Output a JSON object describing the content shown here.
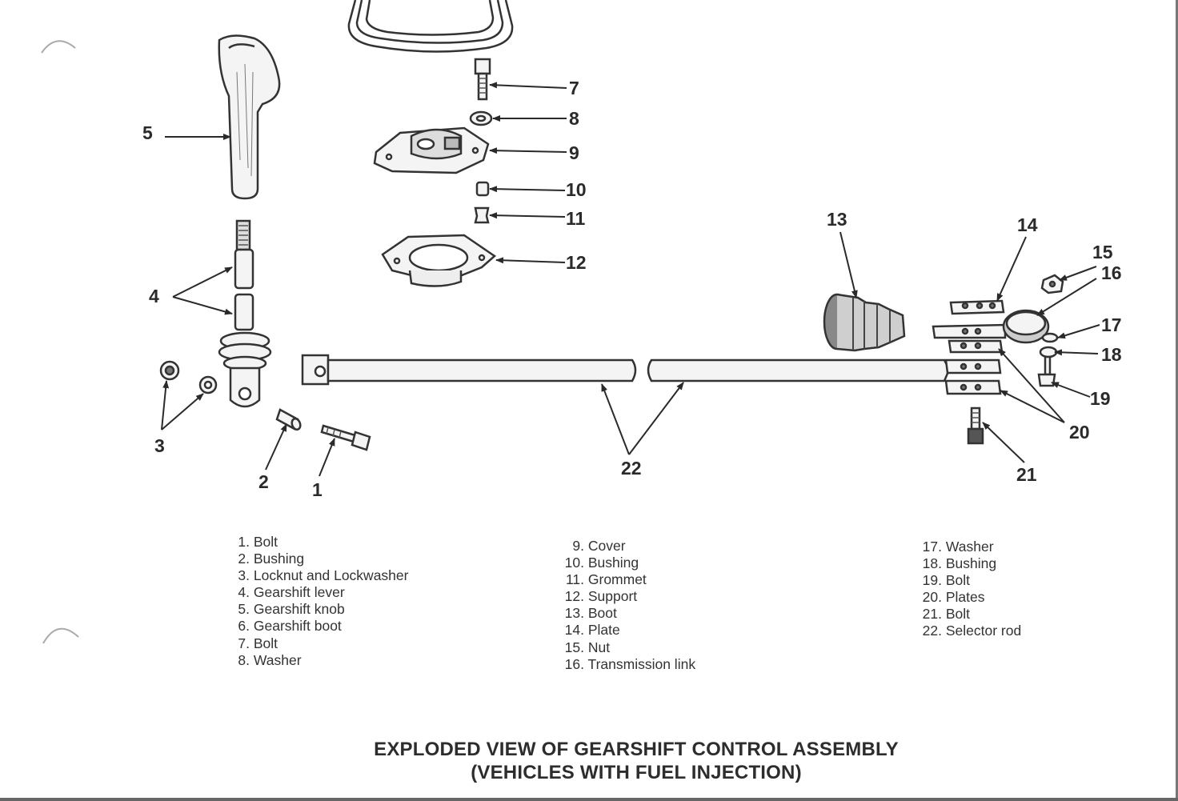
{
  "callouts": {
    "c1": "1",
    "c2": "2",
    "c3": "3",
    "c4": "4",
    "c5": "5",
    "c7": "7",
    "c8": "8",
    "c9": "9",
    "c10": "10",
    "c11": "11",
    "c12": "12",
    "c13": "13",
    "c14": "14",
    "c15": "15",
    "c16": "16",
    "c17": "17",
    "c18": "18",
    "c19": "19",
    "c20": "20",
    "c21": "21",
    "c22": "22"
  },
  "legend": {
    "col1": [
      {
        "num": "1.",
        "label": "Bolt"
      },
      {
        "num": "2.",
        "label": "Bushing"
      },
      {
        "num": "3.",
        "label": "Locknut and Lockwasher"
      },
      {
        "num": "4.",
        "label": "Gearshift lever"
      },
      {
        "num": "5.",
        "label": "Gearshift knob"
      },
      {
        "num": "6.",
        "label": "Gearshift boot"
      },
      {
        "num": "7.",
        "label": "Bolt"
      },
      {
        "num": "8.",
        "label": "Washer"
      }
    ],
    "col2": [
      {
        "num": "9.",
        "label": "Cover"
      },
      {
        "num": "10.",
        "label": "Bushing"
      },
      {
        "num": "11.",
        "label": "Grommet"
      },
      {
        "num": "12.",
        "label": "Support"
      },
      {
        "num": "13.",
        "label": "Boot"
      },
      {
        "num": "14.",
        "label": "Plate"
      },
      {
        "num": "15.",
        "label": "Nut"
      },
      {
        "num": "16.",
        "label": "Transmission link"
      }
    ],
    "col3": [
      {
        "num": "17.",
        "label": "Washer"
      },
      {
        "num": "18.",
        "label": "Bushing"
      },
      {
        "num": "19.",
        "label": "Bolt"
      },
      {
        "num": "20.",
        "label": "Plates"
      },
      {
        "num": "21.",
        "label": "Bolt"
      },
      {
        "num": "22.",
        "label": "Selector rod"
      }
    ]
  },
  "caption": {
    "line1": "EXPLODED VIEW OF GEARSHIFT CONTROL ASSEMBLY",
    "line2": "(VEHICLES WITH FUEL INJECTION)"
  }
}
